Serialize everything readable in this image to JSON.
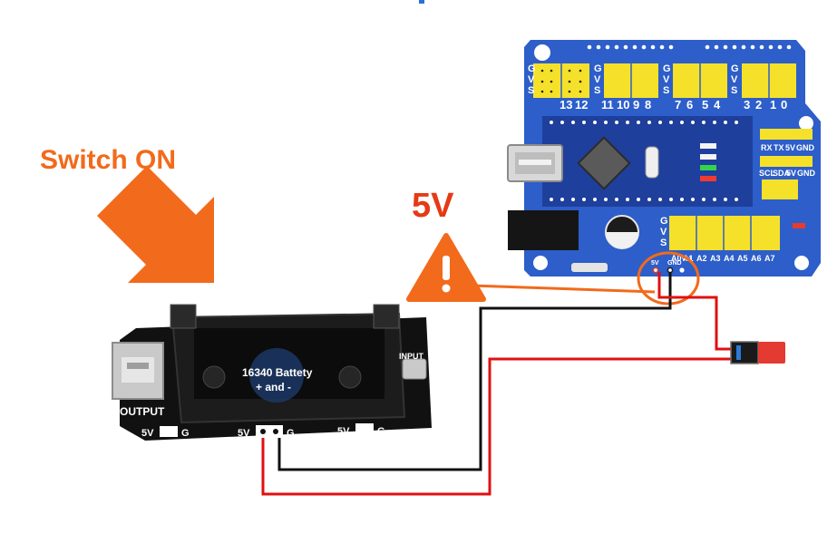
{
  "callouts": {
    "switch_on": "Switch ON",
    "voltage": "5V"
  },
  "battery_board": {
    "holder_text_line1": "16340 Battety",
    "holder_text_line2": "+ and -",
    "output_label": "OUTPUT",
    "input_label": "INPUT",
    "pin_labels": [
      "5V",
      "G",
      "5V",
      "G",
      "5V",
      "G"
    ]
  },
  "arduino_shield": {
    "digital_pins": [
      "13",
      "12",
      "11",
      "10",
      "9",
      "8",
      "7",
      "6",
      "5",
      "4",
      "3",
      "2",
      "1",
      "0"
    ],
    "gvs_label": [
      "G",
      "V",
      "S"
    ],
    "uart_labels": [
      "RX",
      "TX",
      "5V",
      "GND"
    ],
    "i2c_labels": [
      "SCL",
      "SDA",
      "5V",
      "GND"
    ],
    "analog_pins": [
      "A0",
      "A1",
      "A2",
      "A3",
      "A4",
      "A5",
      "A6",
      "A7"
    ],
    "power_pins": [
      "5V",
      "GND",
      "VIN"
    ]
  },
  "colors": {
    "accent_orange": "#f26a1b",
    "warning_red": "#e53a16",
    "shield_blue": "#2d5ec9",
    "wire_red": "#e01010",
    "wire_black": "#111111",
    "header_yellow": "#f5e12a"
  },
  "icons": {
    "arrow": "down-right-arrow-icon",
    "warning": "warning-triangle-icon",
    "switch": "slide-switch-icon"
  }
}
